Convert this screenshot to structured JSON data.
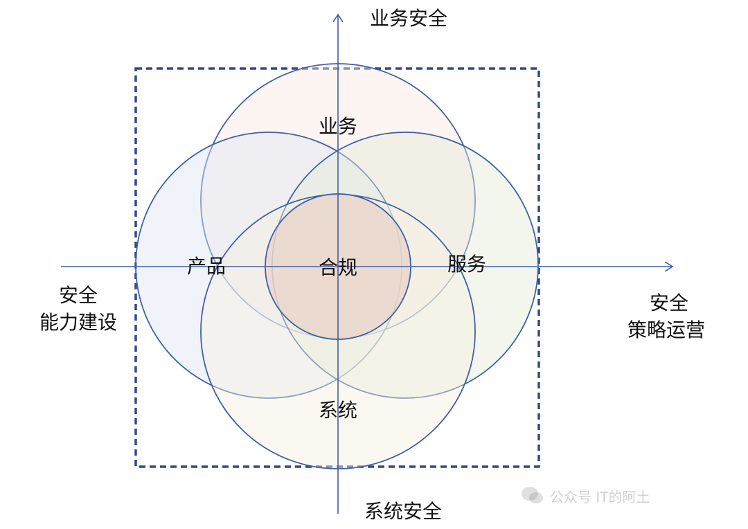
{
  "axes": {
    "top": "业务安全",
    "bottom": "系统安全",
    "left_line1": "安全",
    "left_line2": "能力建设",
    "right_line1": "安全",
    "right_line2": "策略运营"
  },
  "circles": {
    "top": "业务",
    "left": "产品",
    "right": "服务",
    "bottom": "系统",
    "center": "合规"
  },
  "watermark": {
    "text": "公众号 IT的阿土",
    "icon": "wechat-icon"
  },
  "colors": {
    "line": "#3f5fa8",
    "dashed_box": "#2f4a8a",
    "fill_top": "#fbe9e2",
    "fill_left": "#dde6f5",
    "fill_right": "#e4ecd7",
    "fill_bottom": "#f6efdf",
    "fill_center": "#e9d3c8"
  }
}
